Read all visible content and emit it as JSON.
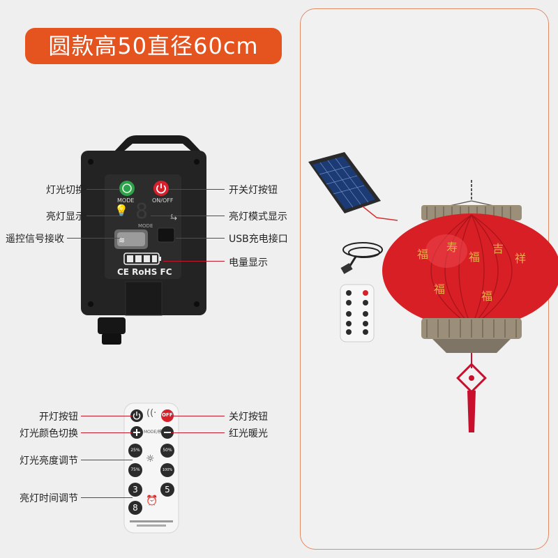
{
  "title": "圆款高50直径60cm",
  "controller": {
    "labels_left": {
      "light_switch": "灯光切换",
      "brightness_display": "亮灯显示",
      "remote_receiver": "遥控信号接收"
    },
    "labels_right": {
      "power_button": "开关灯按钮",
      "mode_display": "亮灯模式显示",
      "usb_port": "USB充电接口",
      "battery_display": "电量显示"
    },
    "button_mode_label": "MODE",
    "button_onoff_label": "ON/OFF",
    "display_sub_label": "MODE",
    "display_digit": "8",
    "cert_marks": "CE RoHS FC"
  },
  "remote": {
    "labels_left": {
      "on_button": "开灯按钮",
      "color_switch": "灯光颜色切换",
      "brightness_adjust": "灯光亮度调节",
      "timer_adjust": "亮灯时间调节"
    },
    "labels_right": {
      "off_button": "关灯按钮",
      "warm_red": "红光暖光"
    },
    "off_label": "OFF",
    "mode_label": "MODE/模式",
    "brightness_buttons": [
      "25%",
      "50%",
      "75%",
      "100%"
    ],
    "timer_buttons": [
      "3",
      "5",
      "8"
    ]
  },
  "colors": {
    "accent": "#e5531f",
    "lantern_red": "#d91f26",
    "callout_line": "#c2192c"
  }
}
